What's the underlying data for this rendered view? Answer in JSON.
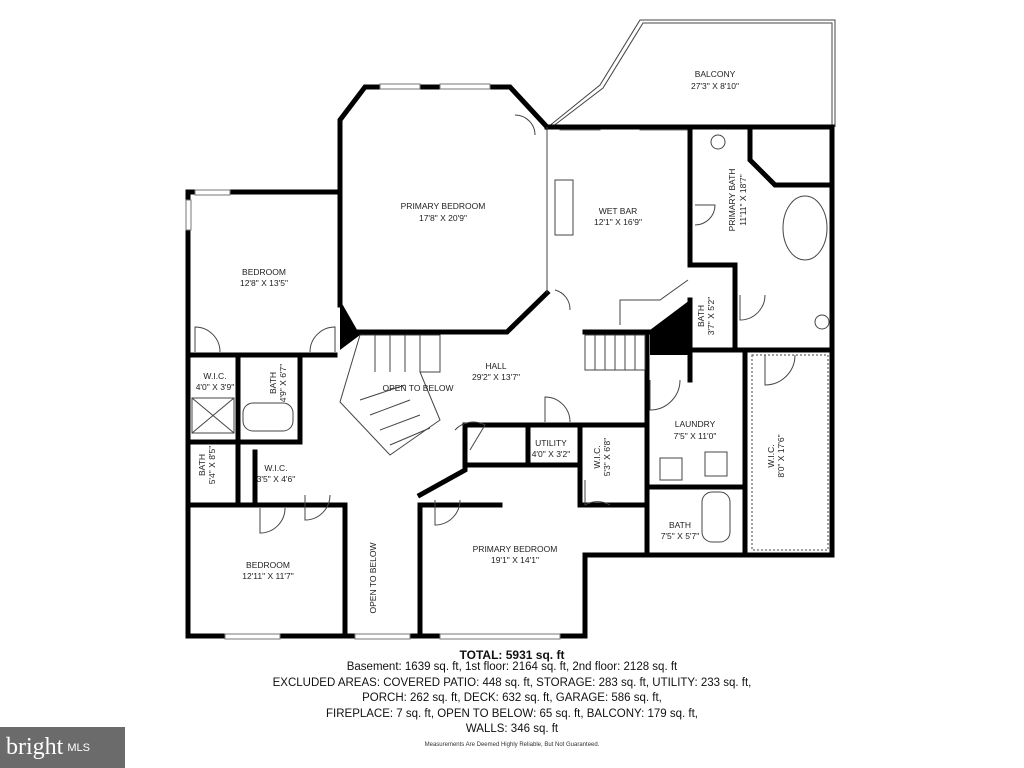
{
  "rooms": [
    {
      "name": "BALCONY",
      "dims": "27'3\" X 8'10\""
    },
    {
      "name": "PRIMARY BEDROOM",
      "dims": "17'8\" X 20'9\""
    },
    {
      "name": "WET BAR",
      "dims": "12'1\" X 16'9\""
    },
    {
      "name": "PRIMARY BATH",
      "dims": "11'11\" X 18'7\""
    },
    {
      "name": "BEDROOM",
      "dims": "12'8\" X 13'5\""
    },
    {
      "name": "HALL",
      "dims": "29'2\" X 13'7\""
    },
    {
      "name": "OPEN TO BELOW",
      "dims": ""
    },
    {
      "name": "W.I.C.",
      "dims": "4'0\" X 3'9\""
    },
    {
      "name": "BATH",
      "dims": "4'9\" X 6'7\""
    },
    {
      "name": "BATH",
      "dims": "3'7\" X 5'2\""
    },
    {
      "name": "LAUNDRY",
      "dims": "7'5\" X 11'0\""
    },
    {
      "name": "UTILITY",
      "dims": "4'0\" X 3'2\""
    },
    {
      "name": "W.I.C.",
      "dims": "5'3\" X 6'8\""
    },
    {
      "name": "W.I.C.",
      "dims": "8'0\" X 17'6\""
    },
    {
      "name": "BATH",
      "dims": "5'4\" X 8'5\""
    },
    {
      "name": "W.I.C.",
      "dims": "3'5\" X 4'6\""
    },
    {
      "name": "BATH",
      "dims": "7'5\" X 5'7\""
    },
    {
      "name": "BEDROOM",
      "dims": "12'11\" X 11'7\""
    },
    {
      "name": "OPEN TO BELOW",
      "dims": ""
    },
    {
      "name": "PRIMARY BEDROOM",
      "dims": "19'1\" X 14'1\""
    }
  ],
  "summary": {
    "total": "TOTAL: 5931 sq. ft",
    "lines": [
      "Basement: 1639 sq. ft, 1st floor: 2164 sq. ft, 2nd floor: 2128 sq. ft",
      "EXCLUDED AREAS: COVERED PATIO: 448 sq. ft, STORAGE: 283 sq. ft, UTILITY: 233 sq. ft,",
      "PORCH: 262 sq. ft, DECK: 632 sq. ft, GARAGE: 586 sq. ft,",
      "FIREPLACE: 7 sq. ft, OPEN TO BELOW: 65 sq. ft, BALCONY: 179 sq. ft,",
      "WALLS: 346 sq. ft"
    ],
    "disclaimer": "Measurements Are Deemed Highly Reliable, But Not Guaranteed."
  },
  "logo": {
    "brand": "bright",
    "suffix": "MLS"
  }
}
